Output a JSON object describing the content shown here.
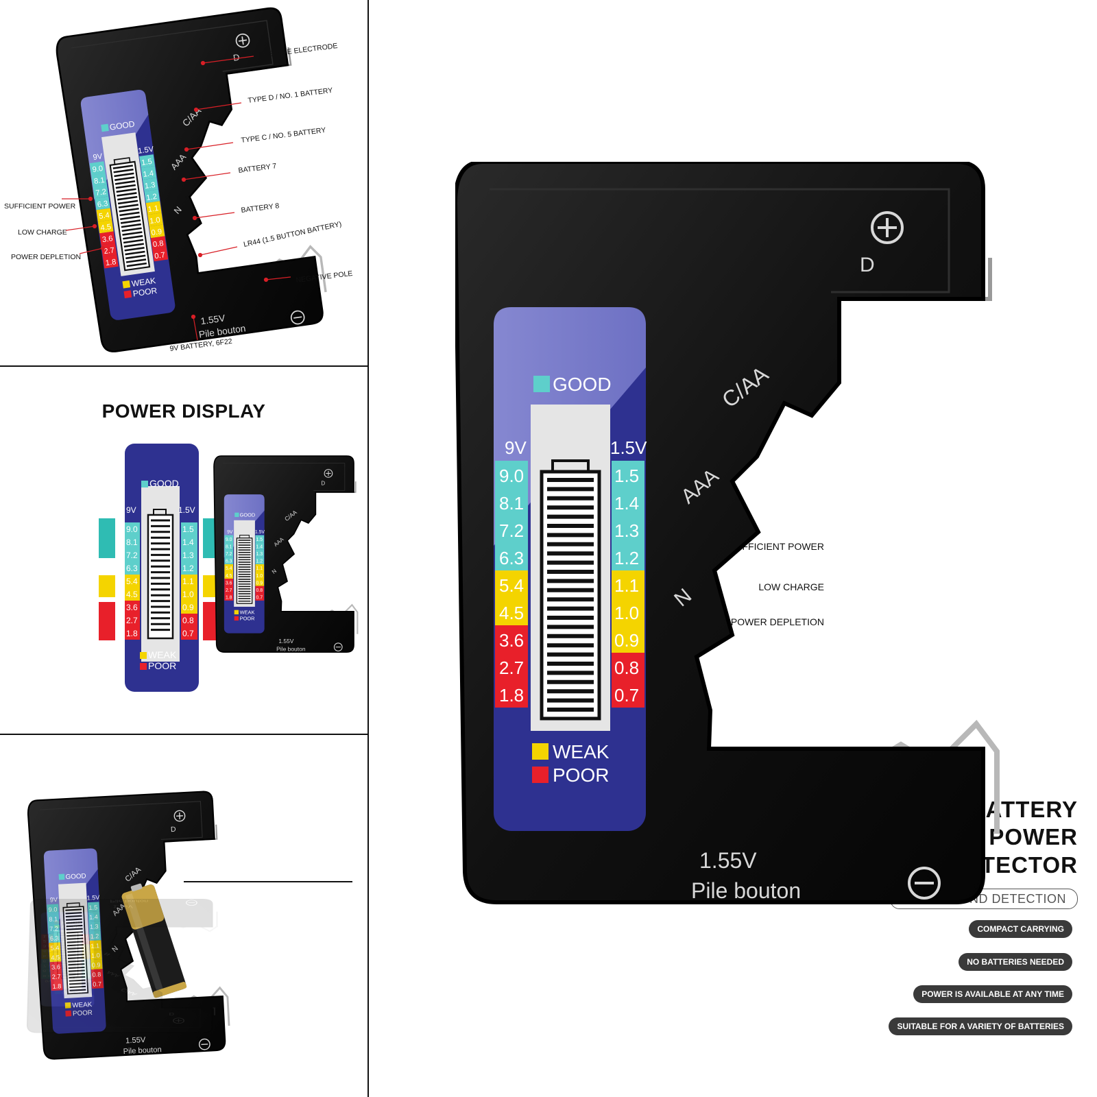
{
  "device": {
    "good": "GOOD",
    "weak": "WEAK",
    "poor": "POOR",
    "left_header": "9V",
    "right_header": "1.5V",
    "left_values": [
      "9.0",
      "8.1",
      "7.2",
      "6.3",
      "5.4",
      "4.5",
      "3.6",
      "2.7",
      "1.8"
    ],
    "right_values": [
      "1.5",
      "1.4",
      "1.3",
      "1.2",
      "1.1",
      "1.0",
      "0.9",
      "0.8",
      "0.7"
    ],
    "slots": [
      "D",
      "C/AA",
      "AAA",
      "N"
    ],
    "button_voltage": "1.55V",
    "button_label": "Pile bouton",
    "colors": {
      "body": "#0d0d0d",
      "panel": "#2e3190",
      "good": "#5ecfcb",
      "weak": "#f4d400",
      "poor": "#e8202a"
    }
  },
  "callouts": {
    "right": [
      "POSITIVE ELECTRODE",
      "TYPE D / NO. 1 BATTERY",
      "TYPE C / NO. 5 BATTERY",
      "BATTERY 7",
      "BATTERY 8",
      "LR44 (1.5 BUTTON BATTERY)",
      "NEGATIVE POLE"
    ],
    "left": [
      "SUFFICIENT POWER",
      "LOW CHARGE",
      "POWER DEPLETION"
    ],
    "bottom": "9V BATTERY, 6F22"
  },
  "power_display": {
    "title": "POWER DISPLAY",
    "levels": [
      "SUFFICIENT POWER",
      "LOW CHARGE",
      "POWER DEPLETION"
    ]
  },
  "detector": {
    "title_lines": [
      "BATTERY",
      "POWER",
      "DETECTOR"
    ],
    "tagline": "ONE SECOND DETECTION",
    "features": [
      "COMPACT CARRYING",
      "NO BATTERIES NEEDED",
      "POWER IS AVAILABLE AT ANY TIME",
      "SUITABLE FOR A VARIETY OF BATTERIES"
    ]
  }
}
